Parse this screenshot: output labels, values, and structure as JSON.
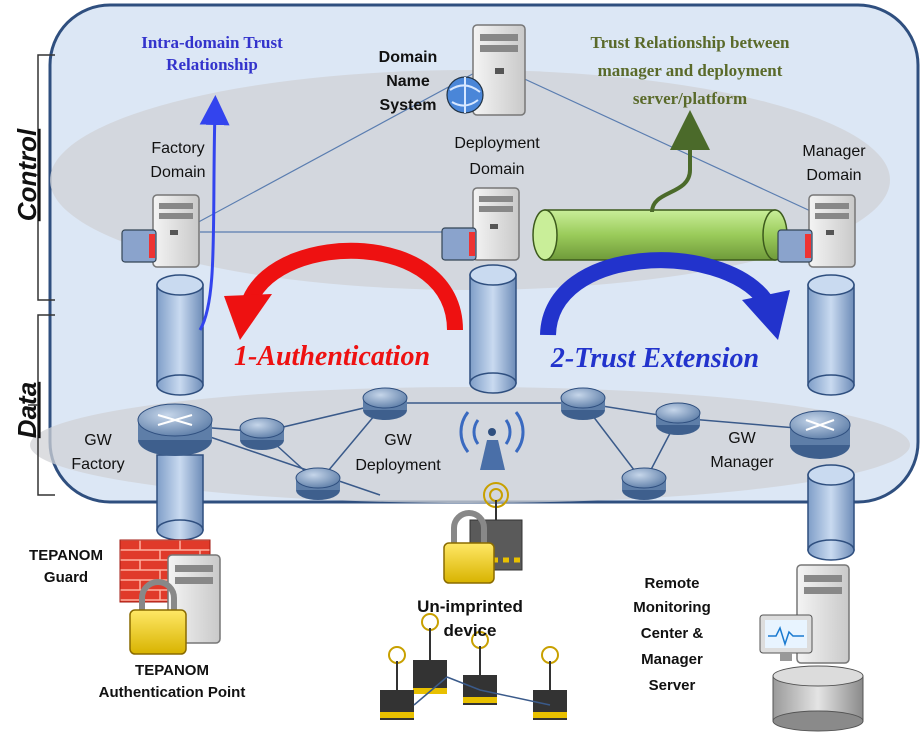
{
  "labels": {
    "intra_domain": [
      "Intra-domain Trust",
      "Relationship"
    ],
    "dns": [
      "Domain",
      "Name",
      "System"
    ],
    "trust_manager": [
      "Trust Relationship between",
      "manager and deployment",
      "server/platform"
    ],
    "factory_domain": [
      "Factory",
      "Domain"
    ],
    "deployment_domain": [
      "Deployment",
      "Domain"
    ],
    "manager_domain": [
      "Manager",
      "Domain"
    ],
    "control": "Control",
    "data": "Data",
    "authentication": "1-Authentication",
    "trust_extension": "2-Trust Extension",
    "gw_factory": [
      "GW",
      "Factory"
    ],
    "gw_deployment": [
      "GW",
      "Deployment"
    ],
    "gw_manager": [
      "GW",
      "Manager"
    ],
    "tepanom_guard": [
      "TEPANOM",
      "Guard"
    ],
    "tepanom_auth": [
      "TEPANOM",
      "Authentication Point"
    ],
    "unimprinted": [
      "Un-imprinted",
      "device"
    ],
    "remote_monitoring": [
      "Remote",
      "Monitoring",
      "Center &",
      "Manager",
      "Server"
    ]
  },
  "colors": {
    "cloud_bg": "#d6e3f3",
    "cloud_border": "#2f4f7f",
    "intra_domain_text": "#3333cc",
    "trust_manager_text": "#5a6a2a",
    "auth_red": "#ee1111",
    "trust_blue": "#2233cc",
    "tube_fill": "#a9c1e0",
    "green_tube": "#a8d86e",
    "link_line": "#4a6fa8"
  }
}
